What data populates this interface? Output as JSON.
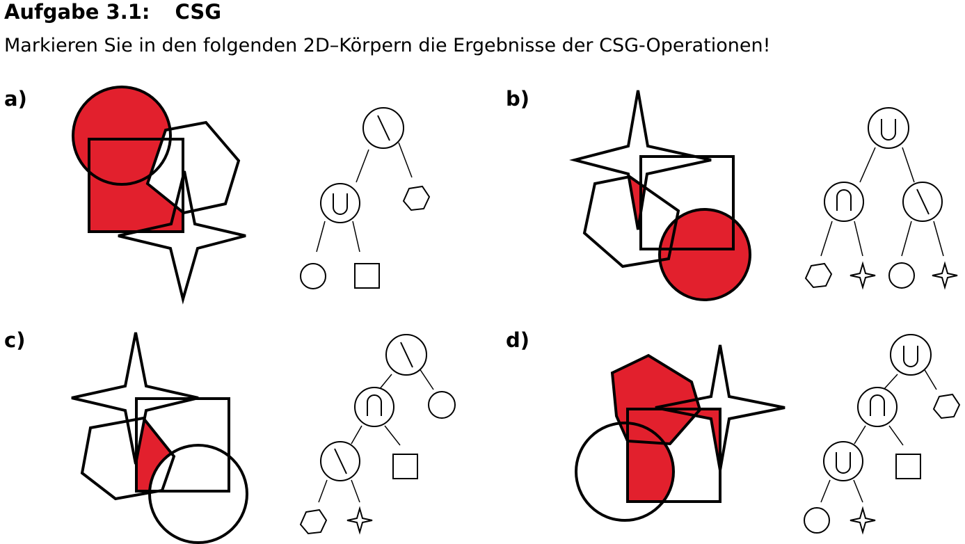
{
  "header": {
    "task_number": "Aufgabe 3.1:",
    "task_title": "CSG",
    "instruction": "Markieren Sie in den folgenden 2D–Körpern die Ergebnisse der CSG-Operationen!"
  },
  "parts": [
    {
      "label": "a)",
      "tree_ops": [
        "difference",
        "union"
      ],
      "tree_leaves": [
        "circle",
        "square",
        "hexagon"
      ]
    },
    {
      "label": "b)",
      "tree_ops": [
        "union",
        "intersection",
        "difference"
      ],
      "tree_leaves": [
        "hexagon",
        "star",
        "circle",
        "star"
      ]
    },
    {
      "label": "c)",
      "tree_ops": [
        "difference",
        "intersection",
        "difference"
      ],
      "tree_leaves": [
        "hexagon",
        "star",
        "square",
        "circle"
      ]
    },
    {
      "label": "d)",
      "tree_ops": [
        "union",
        "intersection",
        "union"
      ],
      "tree_leaves": [
        "circle",
        "star",
        "square",
        "hexagon"
      ]
    }
  ],
  "colors": {
    "highlight": "#e2202d",
    "stroke": "#000000"
  }
}
